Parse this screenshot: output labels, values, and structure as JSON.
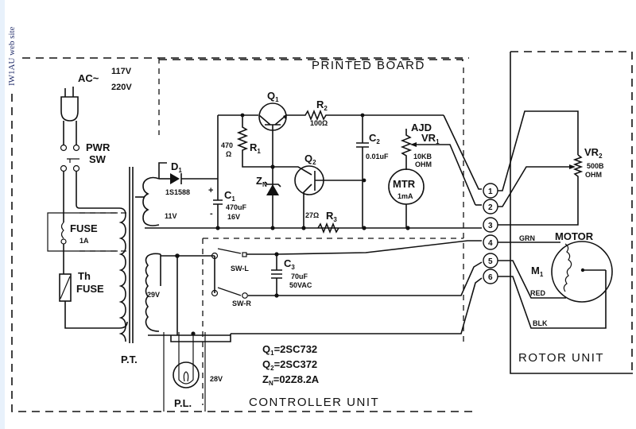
{
  "watermark": "IW1AU web site",
  "units": {
    "printed_board": "PRINTED BOARD",
    "controller_unit": "CONTROLLER UNIT",
    "rotor_unit": "ROTOR UNIT"
  },
  "power": {
    "ac_label": "AC~",
    "voltage_1": "117V",
    "voltage_2": "220V",
    "pwr_sw_1": "PWR",
    "pwr_sw_2": "SW",
    "fuse_label": "FUSE",
    "fuse_rating": "1A",
    "th_fuse_1": "Th",
    "th_fuse_2": "FUSE",
    "transformer": "P.T.",
    "secondary_11v": "11V",
    "secondary_29v": "29V",
    "pilot_lamp": "P.L.",
    "pilot_lamp_voltage": "28V"
  },
  "components": {
    "d1": {
      "ref": "D",
      "sub": "1",
      "value": "1S1588"
    },
    "c1": {
      "ref": "C",
      "sub": "1",
      "value": "470uF",
      "voltage": "16V",
      "plus": "+",
      "minus": "-"
    },
    "q1": {
      "ref": "Q",
      "sub": "1"
    },
    "q2": {
      "ref": "Q",
      "sub": "2"
    },
    "r1": {
      "ref": "R",
      "sub": "1",
      "value_1": "470",
      "value_2": "Ω"
    },
    "r2": {
      "ref": "R",
      "sub": "2",
      "value": "100Ω"
    },
    "r3": {
      "ref": "R",
      "sub": "3",
      "value": "27Ω"
    },
    "zn": {
      "ref": "Z",
      "sub": "N"
    },
    "c2": {
      "ref": "C",
      "sub": "2",
      "value": "0.01uF"
    },
    "vr1": {
      "label_1": "AJD",
      "ref": "VR",
      "sub": "1",
      "value_1": "10KB",
      "value_2": "OHM"
    },
    "mtr": {
      "label": "MTR",
      "value": "1mA"
    },
    "c3": {
      "ref": "C",
      "sub": "3",
      "value_1": "70uF",
      "value_2": "50VAC"
    },
    "sw_l": "SW-L",
    "sw_r": "SW-R",
    "vr2": {
      "ref": "VR",
      "sub": "2",
      "value_1": "500B",
      "value_2": "OHM"
    },
    "motor": {
      "title": "MOTOR",
      "ref": "M",
      "sub": "1"
    }
  },
  "terminals": [
    "1",
    "2",
    "3",
    "4",
    "5",
    "6"
  ],
  "wire_colors": {
    "grn": "GRN",
    "red": "RED",
    "blk": "BLK"
  },
  "parts_list": [
    {
      "ref": "Q",
      "sub": "1",
      "value": "=2SC732"
    },
    {
      "ref": "Q",
      "sub": "2",
      "value": "=2SC372"
    },
    {
      "ref": "Z",
      "sub": "N",
      "value": "=02Z8.2A"
    }
  ]
}
